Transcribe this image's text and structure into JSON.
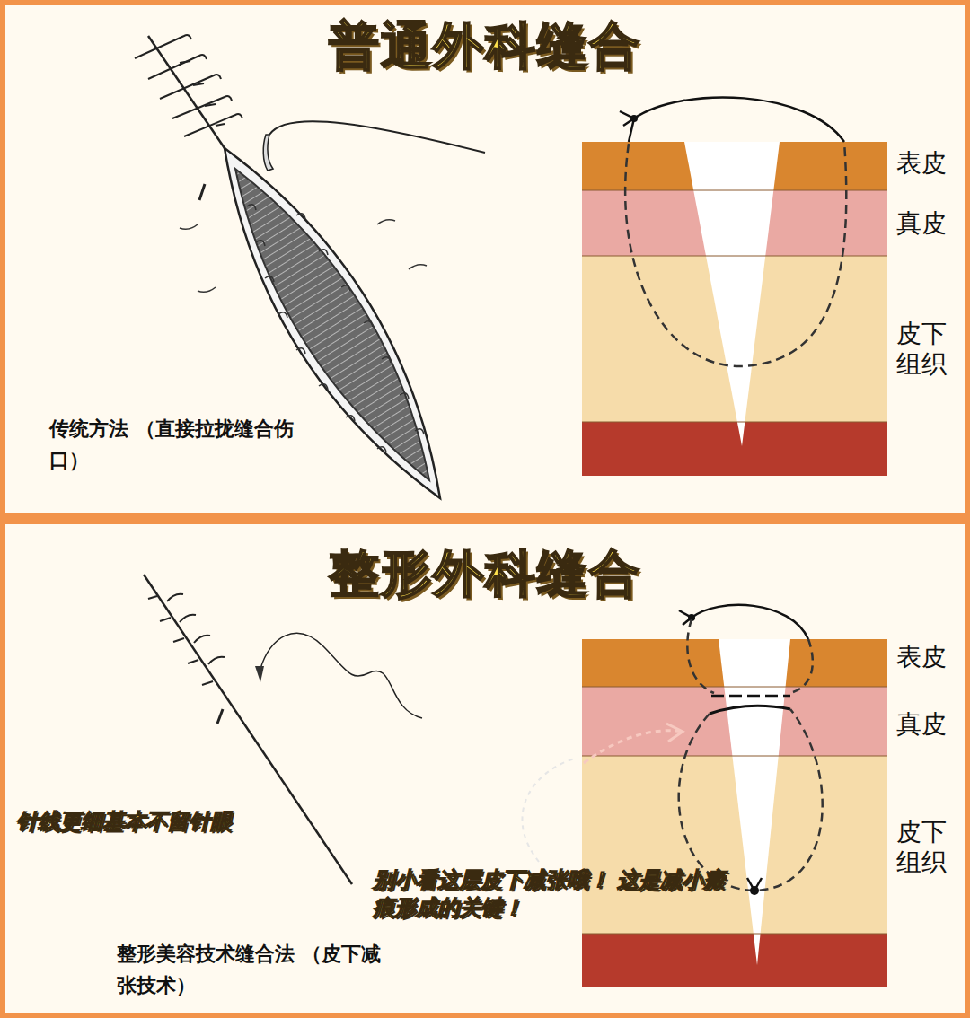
{
  "diagram": {
    "nodes": [
      {
        "text": [
          "普通外科缝合"
        ]
      },
      {
        "text": [
          "整形外科缝合"
        ]
      }
    ],
    "labels": [
      "表皮",
      "真皮",
      "皮下组织",
      "传统方法 （直接拉拢缝合伤口）",
      "表皮",
      "真皮",
      "皮下组织",
      "针线更细基本不留针眼",
      "别小看这层皮下减张哦！ 这是减小瘢痕形成的关键！",
      "整形美容技术缝合法 （皮下减张技术）"
    ]
  }
}
